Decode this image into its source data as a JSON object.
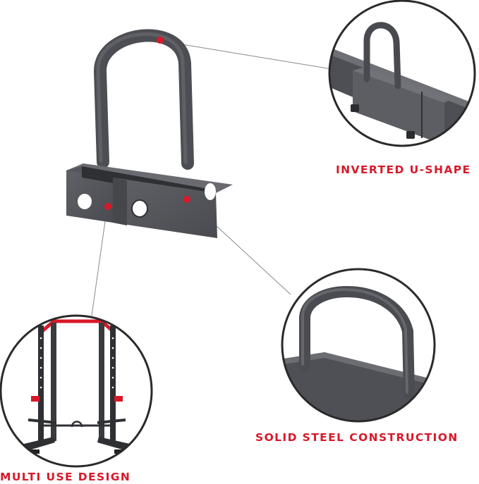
{
  "colors": {
    "accent_red": "#d7192a",
    "steel": "#58595e",
    "steel_dark": "#3b3c40",
    "steel_light": "#77787d",
    "leader_line": "#8a8a8a",
    "circle_border": "#2a2a2a"
  },
  "callouts": [
    {
      "id": "inverted",
      "label": "INVERTED U-SHAPE",
      "icon": "u-shape-closeup-image"
    },
    {
      "id": "steel",
      "label": "SOLID STEEL CONSTRUCTION",
      "icon": "steel-handle-closeup-image"
    },
    {
      "id": "multi",
      "label": "MULTI USE DESIGN",
      "icon": "power-rack-image"
    }
  ]
}
